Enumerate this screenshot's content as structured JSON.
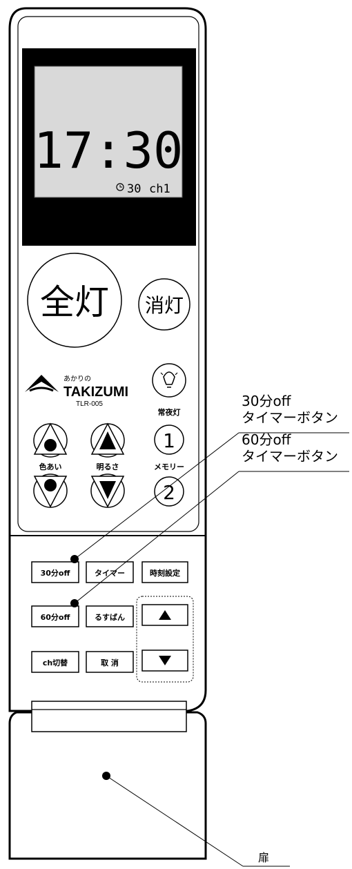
{
  "display": {
    "time": "17:30",
    "timer_minutes": "30",
    "channel": "ch1"
  },
  "buttons": {
    "all_light": "全灯",
    "light_off": "消灯",
    "night_light": "常夜灯",
    "memory_1": "1",
    "memory_label": "メモリー",
    "memory_2": "2",
    "color_label": "色あい",
    "brightness_label": "明るさ",
    "timer_30": "30分off",
    "timer": "タイマー",
    "clock_set": "時刻設定",
    "timer_60": "60分off",
    "away": "るすばん",
    "ch_switch": "ch切替",
    "cancel": "取 消"
  },
  "brand": {
    "tagline": "あかりの",
    "name": "TAKIZUMI",
    "model": "TLR-005"
  },
  "callouts": {
    "timer30_line1": "30分off",
    "timer30_line2": "タイマーボタン",
    "timer60_line1": "60分off",
    "timer60_line2": "タイマーボタン",
    "door": "扉"
  }
}
